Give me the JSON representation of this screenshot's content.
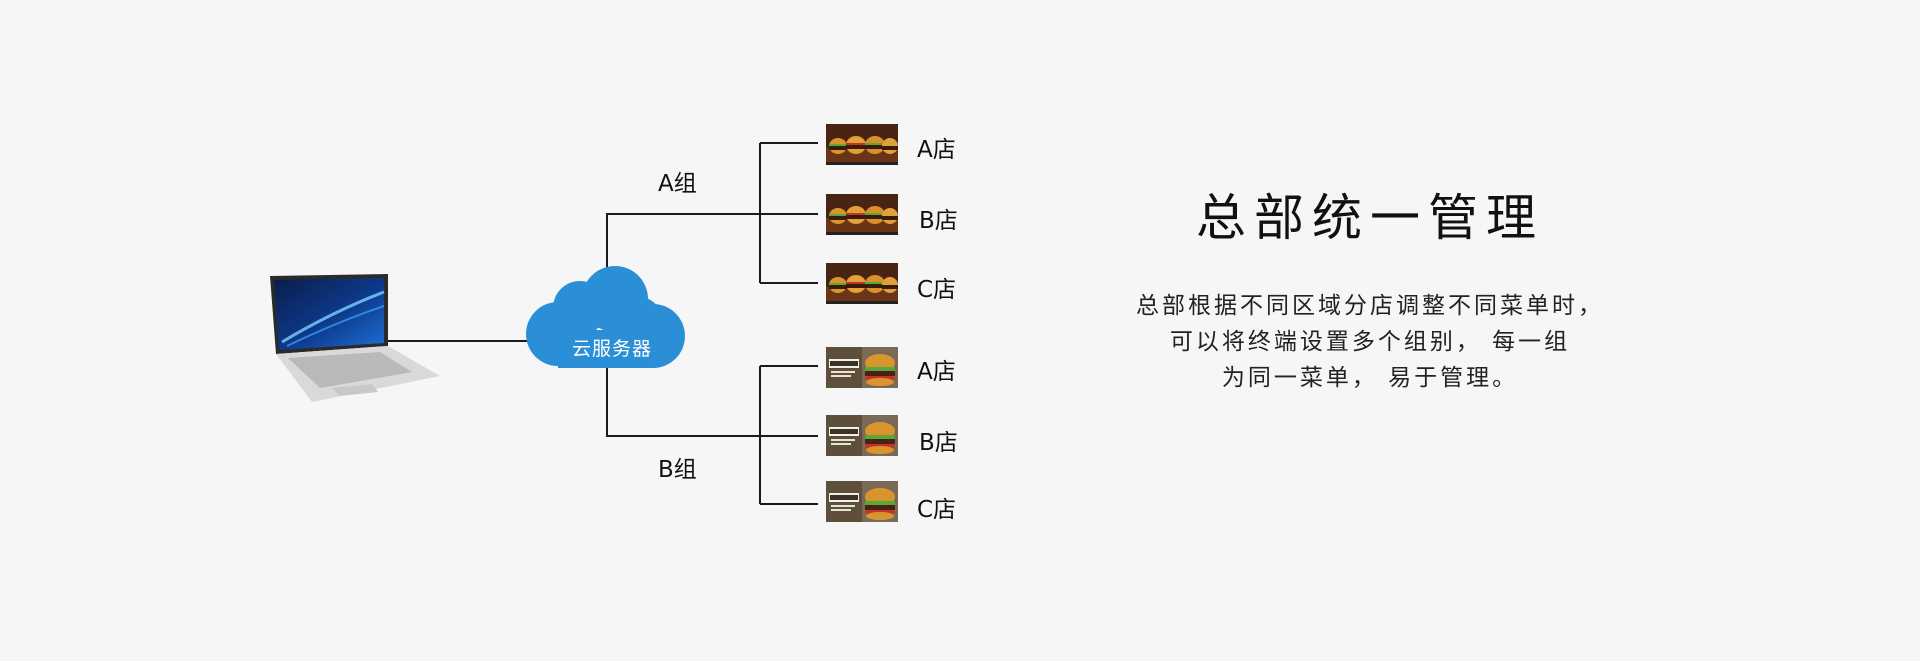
{
  "diagram": {
    "server_label": "云服务器",
    "groups": [
      {
        "label": "A组",
        "stores": [
          "A店",
          "B店",
          "C店"
        ],
        "menu_style": "burger-lineup-dark-wood"
      },
      {
        "label": "B组",
        "stores": [
          "A店",
          "B店",
          "C店"
        ],
        "menu_style": "deluxe-burger-banner"
      }
    ],
    "icons": [
      "laptop-icon",
      "cloud-server-icon",
      "menu-screen-thumbnail"
    ],
    "colors": {
      "background": "#f6f6f6",
      "cloud": "#2b8fd8",
      "lines": "#1a1a1a"
    }
  },
  "panel": {
    "title": "总部统一管理",
    "description_lines": [
      "总部根据不同区域分店调整不同菜单时，",
      "可以将终端设置多个组别， 每一组",
      "为同一菜单， 易于管理。"
    ]
  }
}
